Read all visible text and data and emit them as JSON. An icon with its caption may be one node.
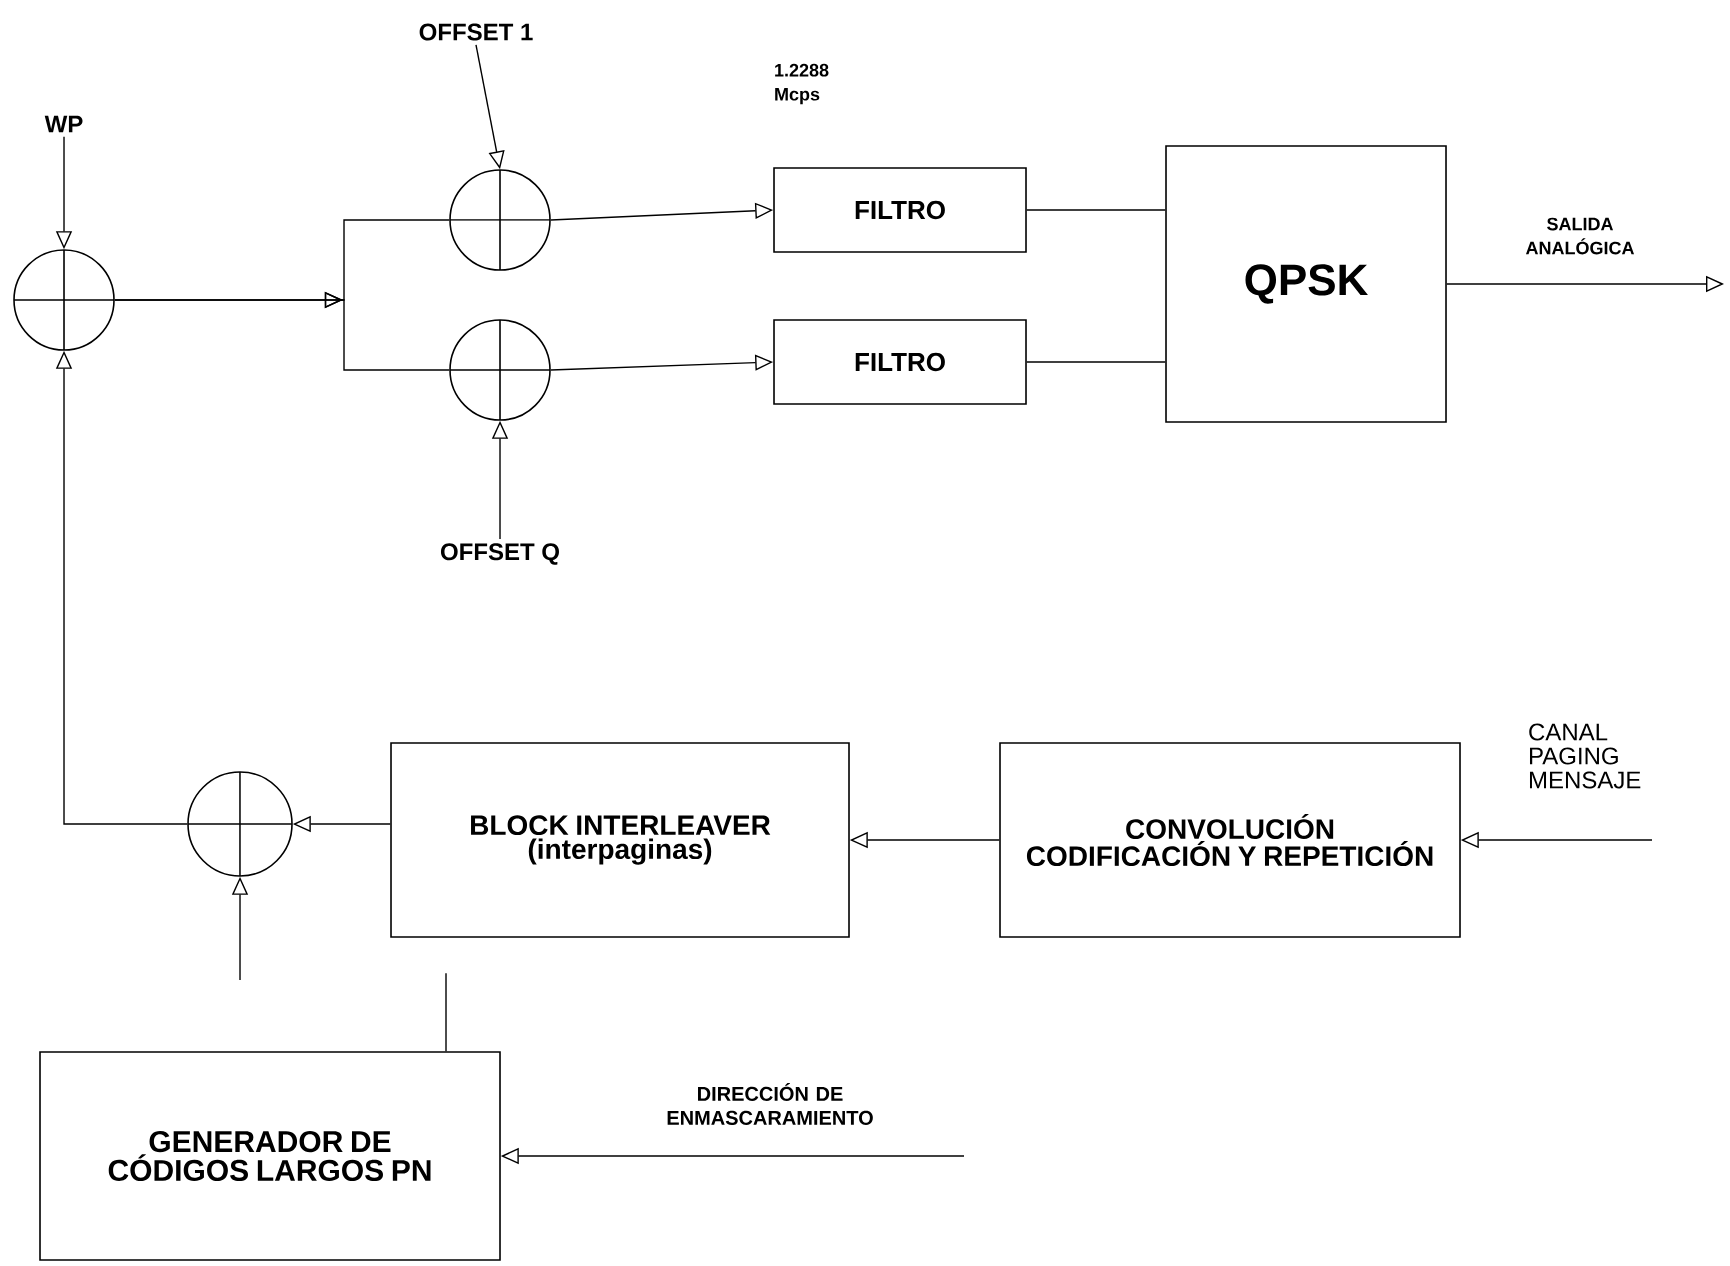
{
  "diagram": {
    "nodes": [
      {
        "text": [
          "WP"
        ]
      },
      {
        "text": [],
        "shape": "circle"
      },
      {
        "text": [
          "OFFSET 1"
        ]
      },
      {
        "text": [],
        "shape": "circle"
      },
      {
        "text": [
          "OFFSET Q"
        ]
      },
      {
        "text": [],
        "shape": "circle"
      },
      {
        "text": [
          "FILTRO"
        ],
        "beside": [
          "1.2288 Mcps"
        ]
      },
      {
        "text": [
          "FILTRO"
        ]
      },
      {
        "text": [
          "QPSK"
        ]
      },
      {
        "text": [
          "CONVOLUCIÓN CODIFICACIÓN Y REPETICIÓN"
        ]
      },
      {
        "text": [
          "BLOCK INTERLEAVER (interpaginas)"
        ]
      },
      {
        "text": [],
        "shape": "circle"
      },
      {
        "text": [
          "GENERADOR DE CÓDIGOS LARGOS PN"
        ]
      }
    ],
    "edges": [
      {
        "from": 0,
        "to": 1,
        "arrow": "to"
      },
      {
        "from": 1,
        "to": 3,
        "arrow": "to"
      },
      {
        "from": 1,
        "to": 5,
        "arrow": "to"
      },
      {
        "from": 2,
        "to": 3,
        "arrow": "to"
      },
      {
        "from": 4,
        "to": 5,
        "arrow": "to"
      },
      {
        "from": 3,
        "to": 6,
        "arrow": "to"
      },
      {
        "from": 5,
        "to": 7,
        "arrow": "to"
      },
      {
        "from": 6,
        "to": 8,
        "arrow": "none"
      },
      {
        "from": 7,
        "to": 8,
        "arrow": "none"
      },
      {
        "from": 8,
        "to": null,
        "arrow": "to",
        "label": "SALIDA ANALÓGICA"
      },
      {
        "from": null,
        "to": 9,
        "arrow": "to",
        "label": "CANAL PAGING MENSAJE"
      },
      {
        "from": 9,
        "to": 10,
        "arrow": "to"
      },
      {
        "from": 10,
        "to": 11,
        "arrow": "to"
      },
      {
        "from": 11,
        "to": 1,
        "arrow": "to"
      },
      {
        "from": null,
        "to": 11,
        "arrow": "to"
      },
      {
        "from": 12,
        "to": null,
        "arrow": "none"
      },
      {
        "from": null,
        "to": 12,
        "arrow": "to",
        "label": "DIRECCIÓN DE ENMASCARAMIENTO"
      }
    ]
  }
}
